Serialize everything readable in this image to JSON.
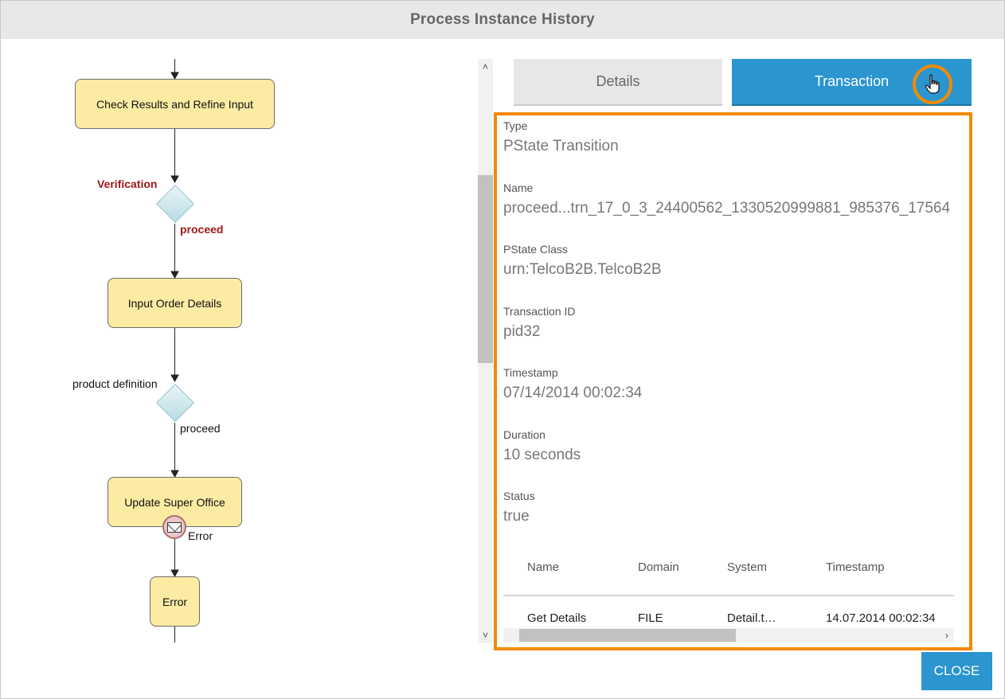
{
  "window": {
    "title": "Process Instance History"
  },
  "diagram": {
    "nodes": {
      "check_results": "Check Results and Refine Input",
      "input_order": "Input Order Details",
      "update_super_office": "Update Super Office",
      "error_task": "Error"
    },
    "labels": {
      "verification": "Verification",
      "proceed_1": "proceed",
      "product_definition": "product definition",
      "proceed_2": "proceed",
      "error_event": "Error"
    }
  },
  "tabs": {
    "details": "Details",
    "transaction": "Transaction",
    "active": "transaction"
  },
  "transaction": {
    "type": {
      "label": "Type",
      "value": "PState Transition"
    },
    "name": {
      "label": "Name",
      "value": "proceed...trn_17_0_3_24400562_1330520999881_985376_17564"
    },
    "pstate_class": {
      "label": "PState Class",
      "value": "urn:TelcoB2B.TelcoB2B"
    },
    "transaction_id": {
      "label": "Transaction ID",
      "value": "pid32"
    },
    "timestamp": {
      "label": "Timestamp",
      "value": "07/14/2014 00:02:34"
    },
    "duration": {
      "label": "Duration",
      "value": "10 seconds"
    },
    "status": {
      "label": "Status",
      "value": "true"
    }
  },
  "table": {
    "columns": [
      "Name",
      "Domain",
      "System",
      "Timestamp"
    ],
    "rows": [
      [
        "Get Details",
        "FILE",
        "Detail.t…",
        "14.07.2014 00:02:34"
      ]
    ]
  },
  "actions": {
    "close": "CLOSE"
  },
  "colors": {
    "accent": "#2a95cf",
    "highlight": "#f28a00",
    "task_fill": "#fbeba3",
    "label_red": "#a01818"
  },
  "icons": {
    "cursor": "hand-pointer-icon",
    "event": "envelope-icon"
  }
}
